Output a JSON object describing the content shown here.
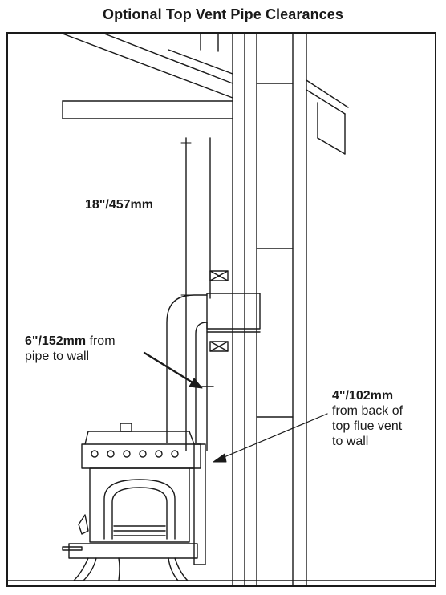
{
  "title": "Optional Top Vent Pipe Clearances",
  "labels": {
    "vertical_clearance": "18\"/457mm",
    "pipe_to_wall_value": "6\"/152mm",
    "pipe_to_wall_text_1": " from",
    "pipe_to_wall_text_2": "pipe to wall",
    "flue_to_wall_value": "4\"/102mm",
    "flue_to_wall_text_1": "from back of",
    "flue_to_wall_text_2": "top flue vent",
    "flue_to_wall_text_3": "to wall"
  },
  "colors": {
    "line": "#1a1a1a",
    "background": "#ffffff"
  },
  "icons": {
    "stove": "wood-stove-icon",
    "arrow": "arrow-icon"
  }
}
